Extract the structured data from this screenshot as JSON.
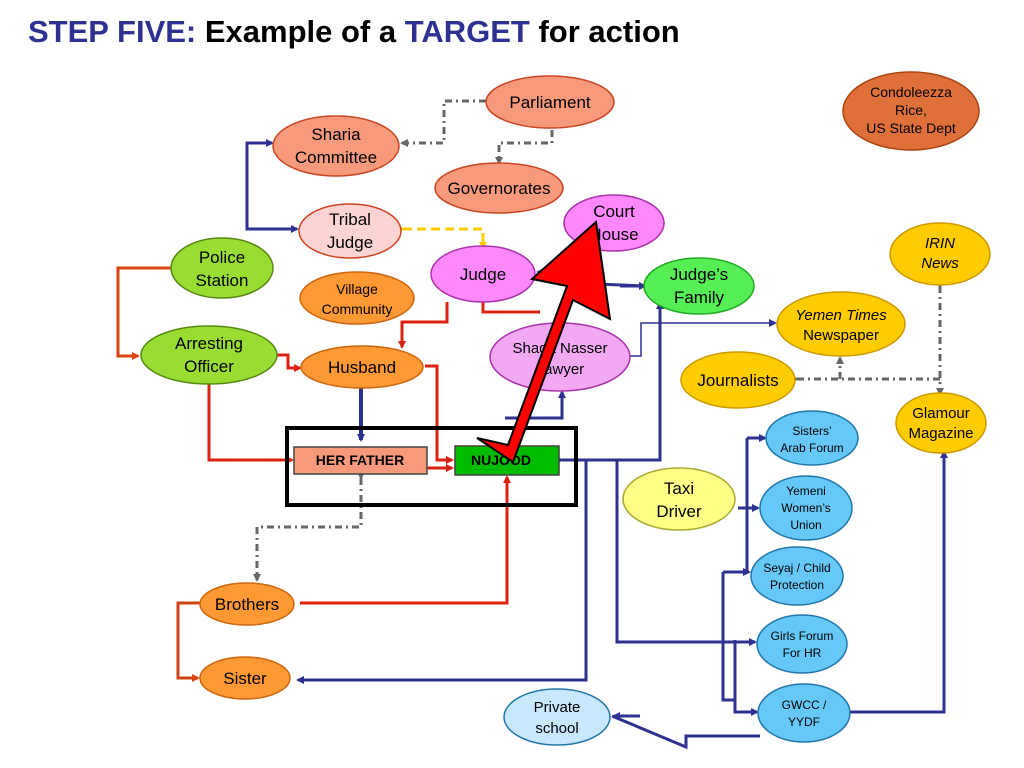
{
  "title": {
    "part1": "STEP FIVE:",
    "part2": " Example of a ",
    "part3": "TARGET",
    "part4": " for action"
  },
  "colors": {
    "title_blue": "#2e3192",
    "salmon": "#f79a7c",
    "pink_light": "#fdd3d3",
    "orange": "#ff9933",
    "green_light": "#99dd33",
    "green_bright": "#55ee55",
    "magenta_light": "#ff88ff",
    "lavender": "#f2a8f2",
    "yellow": "#ffcc00",
    "yellow_light": "#ffff88",
    "blue_light": "#66c8f8",
    "blue_pale": "#c8e8ff",
    "red_brown": "#e0703a",
    "nujood_green": "#00bb00",
    "arrow_red": "#ff0000",
    "line_blue": "#2e3192",
    "line_red": "#dd2211",
    "line_gray": "#666666",
    "line_gold": "#ffcc00"
  },
  "nodes": {
    "parliament": "Parliament",
    "sharia_committee": [
      "Sharia",
      "Committee"
    ],
    "governorates": "Governorates",
    "tribal_judge": [
      "Tribal",
      "Judge"
    ],
    "court_house": [
      "Court",
      "House"
    ],
    "police_station": [
      "Police",
      "Station"
    ],
    "judge": "Judge",
    "judges_family": [
      "Judge’s",
      "Family"
    ],
    "village_community": [
      "Village",
      "Community"
    ],
    "arresting_officer": [
      "Arresting",
      "Officer"
    ],
    "husband": "Husband",
    "lawyer": [
      "Shada Nasser",
      "Lawyer"
    ],
    "yemen_times": [
      "Yemen Times",
      "Newspaper"
    ],
    "journalists": "Journalists",
    "irin_news": [
      "IRIN",
      "News"
    ],
    "condoleezza": [
      "Condoleezza",
      "Rice,",
      "US State Dept"
    ],
    "her_father": "HER FATHER",
    "nujood": "NUJOOD",
    "glamour": [
      "Glamour",
      "Magazine"
    ],
    "sisters_arab_forum": [
      "Sisters’",
      "Arab Forum"
    ],
    "yemeni_womens_union": [
      "Yemeni",
      "Women’s",
      "Union"
    ],
    "taxi_driver": [
      "Taxi",
      "Driver"
    ],
    "seyaj": [
      "Seyaj / Child",
      "Protection"
    ],
    "girls_forum": [
      "Girls Forum",
      "For HR"
    ],
    "brothers": "Brothers",
    "sister": "Sister",
    "gwcc": [
      "GWCC /",
      "YYDF"
    ],
    "private_school": [
      "Private",
      "school"
    ]
  }
}
